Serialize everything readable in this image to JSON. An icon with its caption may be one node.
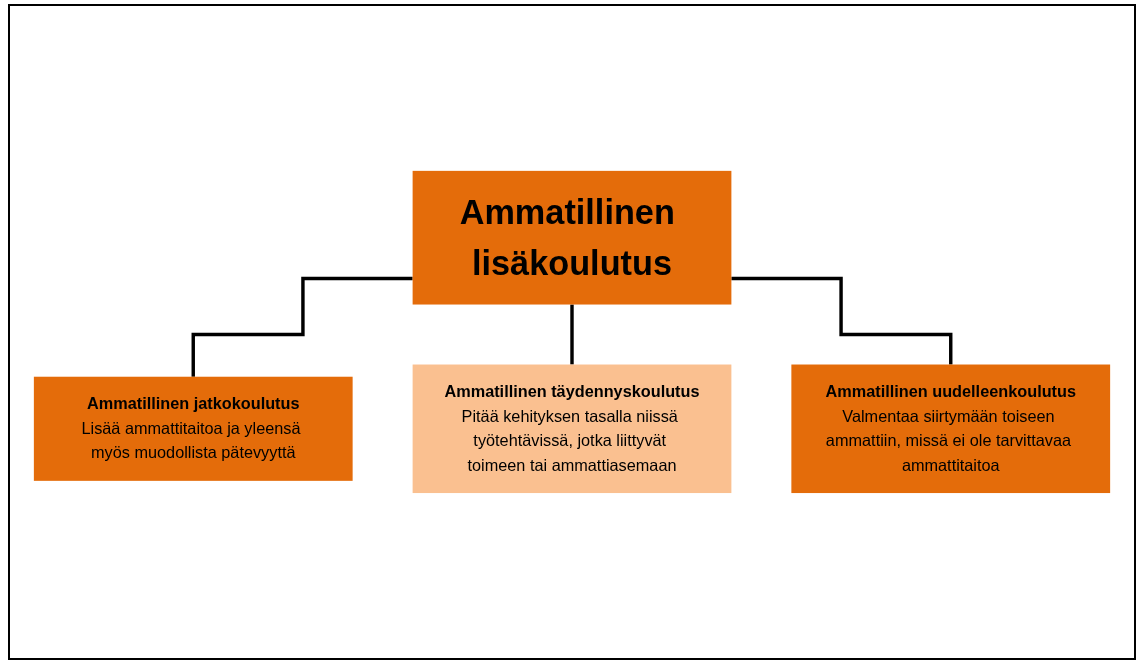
{
  "diagram": {
    "nodes": [
      {
        "text": [
          "Ammatillinen lisäkoulutus"
        ]
      },
      {
        "text": [
          "Ammatillinen jatkokoulutus",
          "Lisää ammattitaitoa ja yleensä myös muodollista pätevyyttä"
        ]
      },
      {
        "text": [
          "Ammatillinen täydennyskoulutus",
          "Pitää kehityksen tasalla niissä työtehtävissä, jotka liittyvät toimeen tai ammattiasemaan"
        ]
      },
      {
        "text": [
          "Ammatillinen uudelleenkoulutus",
          "Valmentaa siirtymään toiseen ammattiin, missä ei ole tarvittavaa ammattitaitoa"
        ]
      }
    ],
    "edges": [
      {
        "from": 0,
        "to": 1,
        "arrow": "none"
      },
      {
        "from": 0,
        "to": 2,
        "arrow": "none"
      },
      {
        "from": 0,
        "to": 3,
        "arrow": "none"
      }
    ]
  }
}
